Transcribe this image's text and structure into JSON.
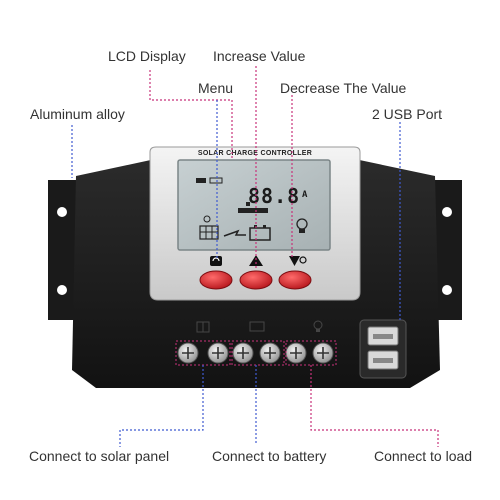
{
  "callouts": {
    "lcd_display": "LCD Display",
    "increase_value": "Increase Value",
    "menu": "Menu",
    "decrease_value": "Decrease The Value",
    "aluminum_alloy": "Aluminum alloy",
    "usb_port": "2 USB Port",
    "solar_panel": "Connect to solar panel",
    "battery": "Connect to battery",
    "load": "Connect to load"
  },
  "device": {
    "panel_title": "SOLAR CHARGE CONTROLLER",
    "lcd_reading": "88.8",
    "lcd_unit": "A"
  },
  "colors": {
    "body": "#1c1c1c",
    "lcd_bg": "#b9c2c4",
    "button_red": "#d8232a",
    "leader_pink": "#c8327a",
    "leader_blue": "#3f5bd0"
  }
}
